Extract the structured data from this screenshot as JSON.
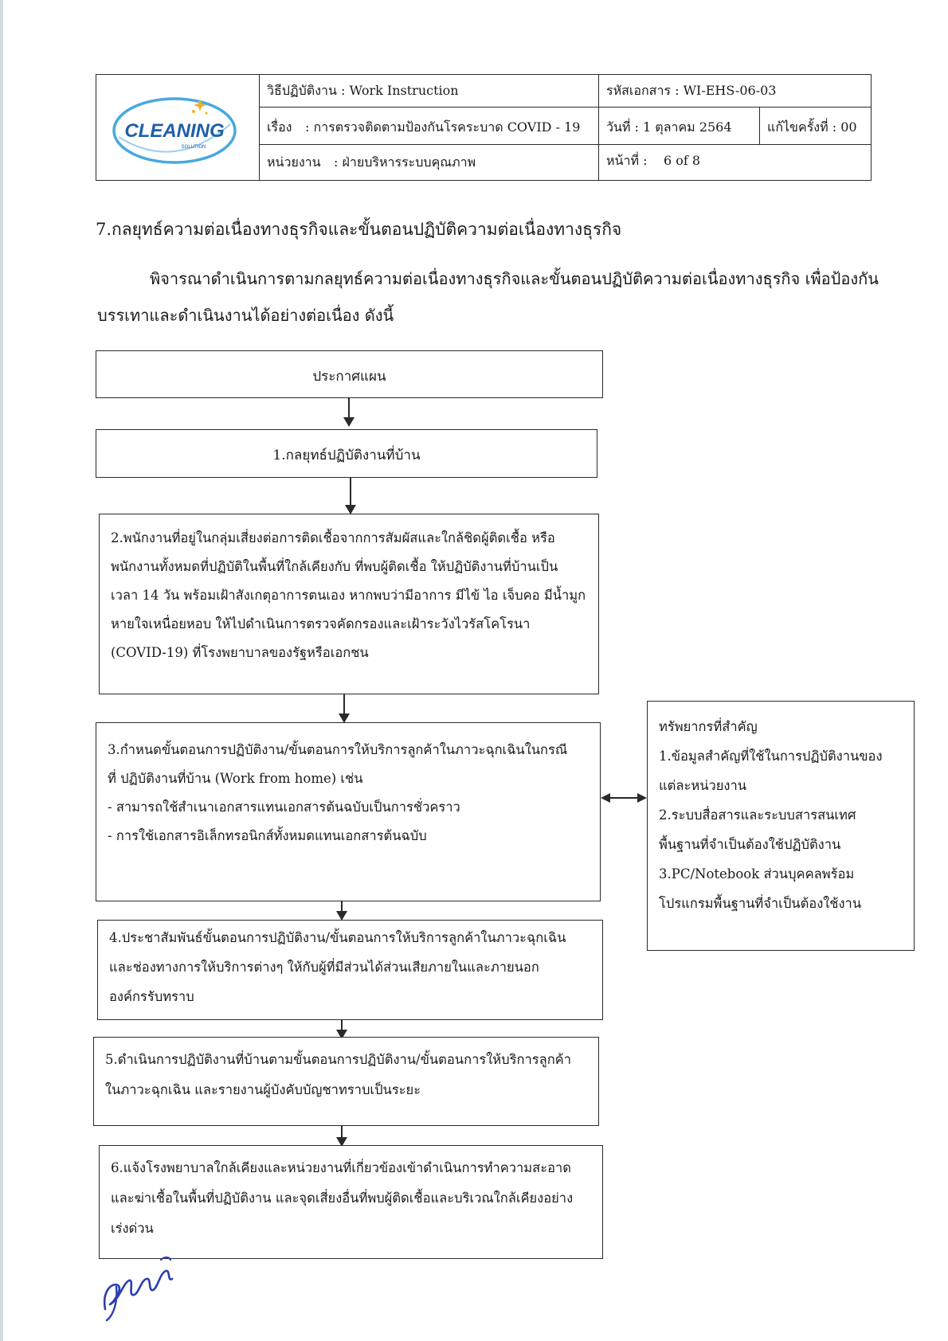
{
  "header": {
    "logo_text": "CLEANING",
    "logo_sub": "SOLUTION",
    "procedure_label": "วิธีปฏิบัติงาน : Work Instruction",
    "subject_label": "เรื่อง",
    "subject_value": ": การตรวจติดตามป้องกันโรคระบาด COVID - 19",
    "unit_label": "หน่วยงาน",
    "unit_value": ": ฝ่ายบริหารระบบคุณภาพ",
    "doc_code": "รหัสเอกสาร : WI-EHS-06-03",
    "date": "วันที่ : 1 ตุลาคม 2564",
    "revision": "แก้ไขครั้งที่ : 00",
    "page_label": "หน้าที่ :",
    "page_value": "6 of 8"
  },
  "section": {
    "title": "7.กลยุทธ์ความต่อเนื่องทางธุรกิจและขั้นตอนปฏิบัติความต่อเนื่องทางธุรกิจ",
    "intro_line1": "พิจารณาดำเนินการตามกลยุทธ์ความต่อเนื่องทางธุรกิจและขั้นตอนปฏิบัติความต่อเนื่องทางธุรกิจ เพื่อป้องกัน",
    "intro_line2": "บรรเทาและดำเนินงานได้อย่างต่อเนื่อง ดังนี้"
  },
  "flow": {
    "announce": "ประกาศแผน",
    "step1": "1.กลยุทธ์ปฏิบัติงานที่บ้าน",
    "step2": [
      "2.พนักงานที่อยู่ในกลุ่มเสี่ยงต่อการติดเชื้อจากการสัมผัสและใกล้ชิดผู้ติดเชื้อ หรือ",
      "พนักงานทั้งหมดที่ปฏิบัติในพื้นที่ใกล้เคียงกับ ที่พบผู้ติดเชื้อ ให้ปฏิบัติงานที่บ้านเป็น",
      "เวลา 14 วัน พร้อมเฝ้าสังเกตุอาการตนเอง หากพบว่ามีอาการ มีไข้ ไอ เจ็บคอ มีน้ำมูก",
      "หายใจเหนื่อยหอบ ให้ไปดำเนินการตรวจคัดกรองและเฝ้าระวังไวรัสโคโรนา",
      " (COVID-19) ที่โรงพยาบาลของรัฐหรือเอกชน"
    ],
    "step3": [
      "3.กำหนดขั้นตอนการปฏิบัติงาน/ขั้นตอนการให้บริการลูกค้าในภาวะฉุกเฉินในกรณี",
      "ที่ ปฏิบัติงานที่บ้าน (Work from home) เช่น",
      "- สามารถใช้สำเนาเอกสารแทนเอกสารต้นฉบับเป็นการชั่วคราว",
      "- การใช้เอกสารอิเล็กทรอนิกส์ทั้งหมดแทนเอกสารต้นฉบับ"
    ],
    "resources": [
      "ทรัพยากรที่สำคัญ",
      "1.ข้อมูลสำคัญที่ใช้ในการปฏิบัติงานของ",
      "แต่ละหน่วยงาน",
      "2.ระบบสื่อสารและระบบสารสนเทศ",
      "พื้นฐานที่จำเป็นต้องใช้ปฏิบัติงาน",
      "3.PC/Notebook ส่วนบุคคลพร้อม",
      "โปรแกรมพื้นฐานที่จำเป็นต้องใช้งาน"
    ],
    "step4": [
      "4.ประชาสัมพันธ์ขั้นตอนการปฏิบัติงาน/ขั้นตอนการให้บริการลูกค้าในภาวะฉุกเฉิน",
      "และช่องทางการให้บริการต่างๆ ให้กับผู้ที่มีส่วนได้ส่วนเสียภายในและภายนอก",
      "องค์กรรับทราบ"
    ],
    "step5": [
      "5.ดำเนินการปฏิบัติงานที่บ้านตามขั้นตอนการปฏิบัติงาน/ขั้นตอนการให้บริการลูกค้า",
      "ในภาวะฉุกเฉิน และรายงานผู้บังคับบัญชาทราบเป็นระยะ"
    ],
    "step6": [
      "6.แจ้งโรงพยาบาลใกล้เคียงและหน่วยงานที่เกี่ยวข้องเข้าดำเนินการทำความสะอาด",
      "และฆ่าเชื้อในพื้นที่ปฏิบัติงาน และจุดเสี่ยงอื่นที่พบผู้ติดเชื้อและบริเวณใกล้เคียงอย่าง",
      "เร่งด่วน"
    ]
  },
  "colors": {
    "logo_blue": "#1e5fa8",
    "logo_ring": "#48a8e0",
    "logo_star": "#f2b01e",
    "ink": "#1a1a1a"
  }
}
